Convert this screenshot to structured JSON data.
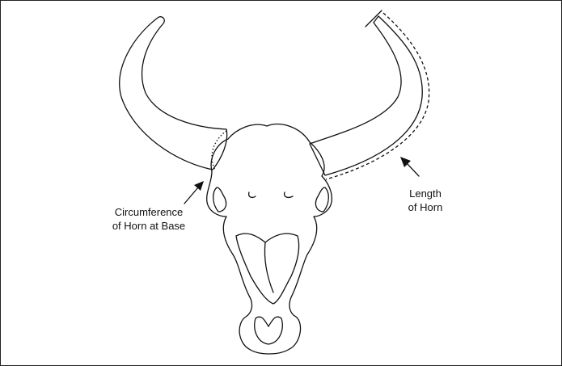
{
  "labels": {
    "circumference_line1": "Circumference",
    "circumference_line2": "of Horn at Base",
    "length_line1": "Length",
    "length_line2": "of Horn"
  },
  "colors": {
    "ink": "#111111",
    "background": "#ffffff",
    "frame": "#222222"
  }
}
